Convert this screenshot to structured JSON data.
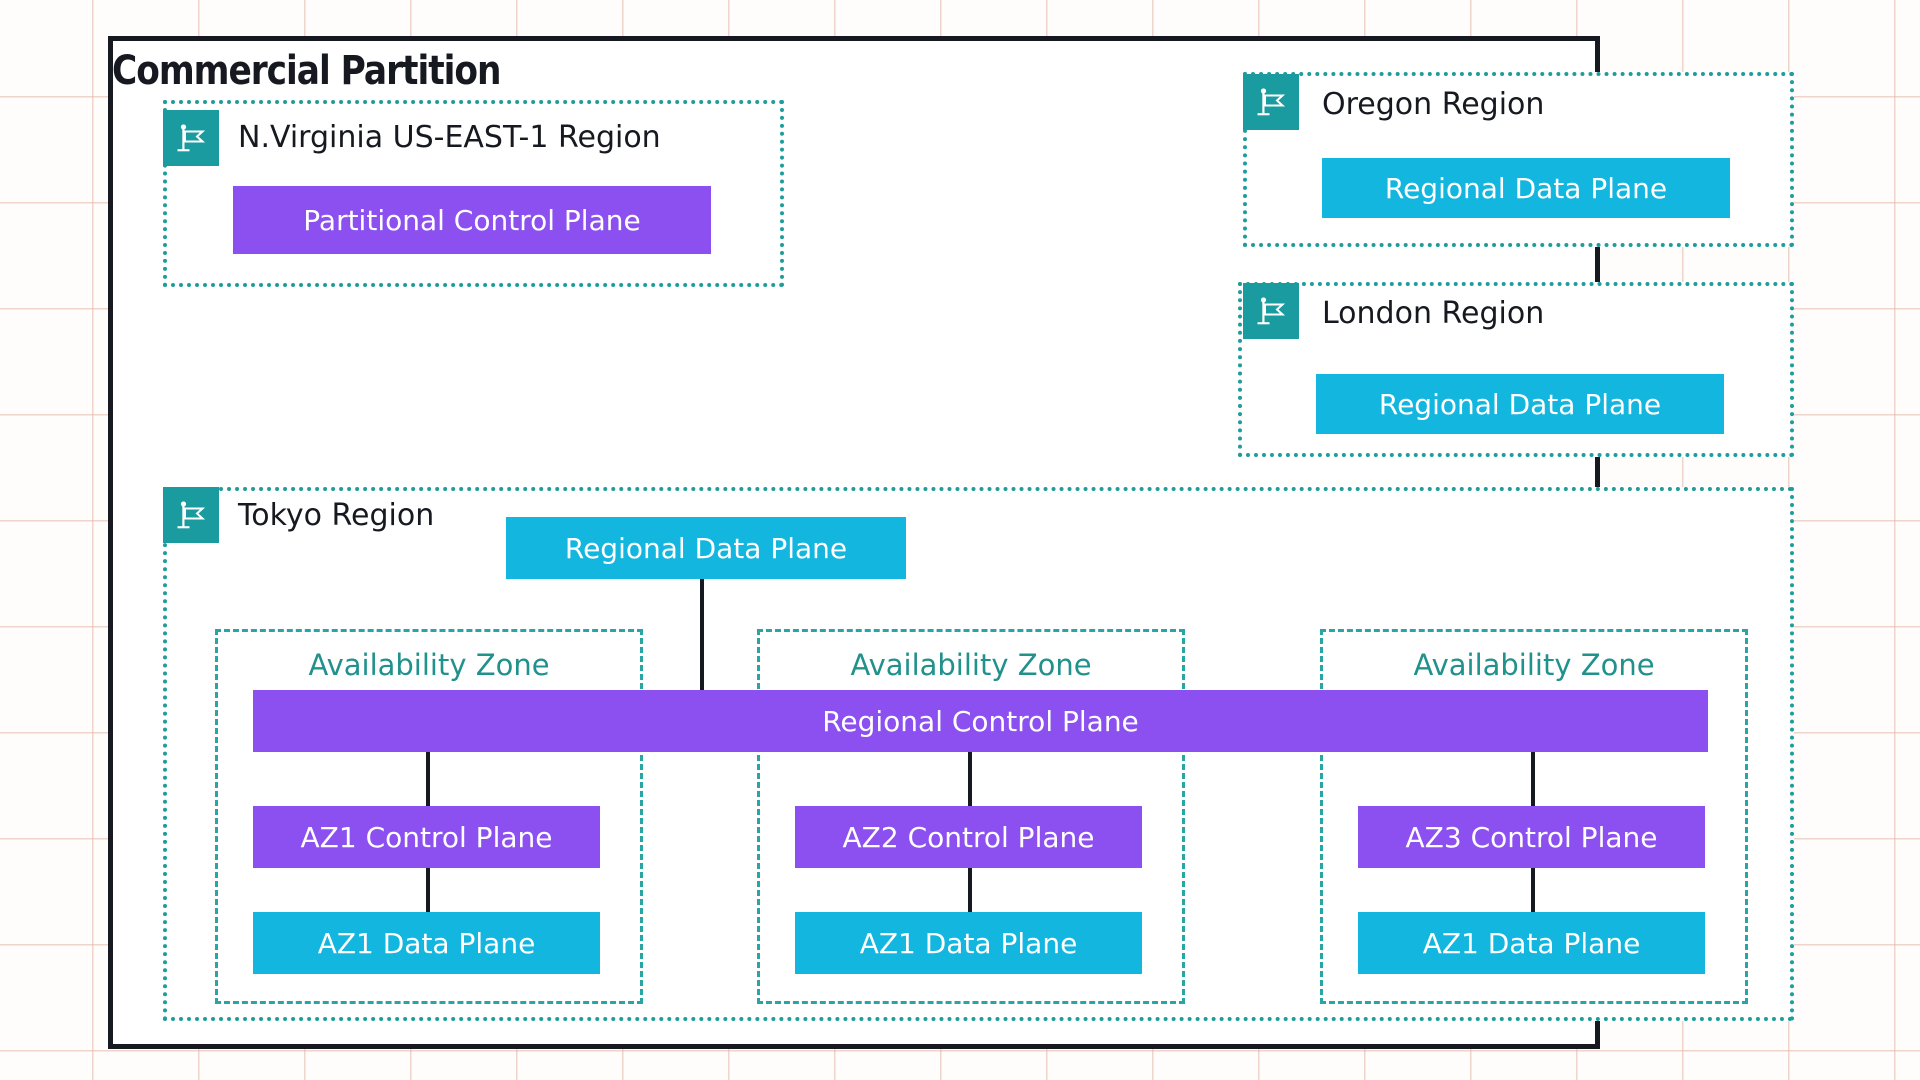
{
  "diagram": {
    "partition_title": "Commercial Partition",
    "flag_icon": "flag-icon",
    "colors": {
      "control_plane": "#8c4ff0",
      "data_plane": "#12b6de",
      "region_border": "#1f9c9c",
      "az_border": "#2aa5a5",
      "az_label": "#21918c",
      "frame": "#16191f",
      "flag_tile": "#1a9ba0"
    },
    "regions": [
      {
        "id": "n-virginia",
        "label": "N.Virginia US-EAST-1  Region",
        "nodes": [
          {
            "id": "partitional-control-plane",
            "label": "Partitional Control Plane",
            "kind": "control"
          }
        ]
      },
      {
        "id": "oregon",
        "label": "Oregon Region",
        "nodes": [
          {
            "id": "oregon-regional-data-plane",
            "label": "Regional Data Plane",
            "kind": "data"
          }
        ]
      },
      {
        "id": "london",
        "label": "London Region",
        "nodes": [
          {
            "id": "london-regional-data-plane",
            "label": "Regional Data Plane",
            "kind": "data"
          }
        ]
      },
      {
        "id": "tokyo",
        "label": "Tokyo Region",
        "nodes": [
          {
            "id": "tokyo-regional-data-plane",
            "label": "Regional Data Plane",
            "kind": "data"
          },
          {
            "id": "regional-control-plane",
            "label": "Regional Control Plane",
            "kind": "control"
          }
        ],
        "availability_zones": [
          {
            "id": "az-1",
            "label": "Availability Zone",
            "control_plane": "AZ1 Control Plane",
            "data_plane": "AZ1 Data Plane"
          },
          {
            "id": "az-2",
            "label": "Availability Zone",
            "control_plane": "AZ2 Control Plane",
            "data_plane": "AZ1 Data Plane"
          },
          {
            "id": "az-3",
            "label": "Availability Zone",
            "control_plane": "AZ3 Control Plane",
            "data_plane": "AZ1 Data Plane"
          }
        ]
      }
    ]
  }
}
